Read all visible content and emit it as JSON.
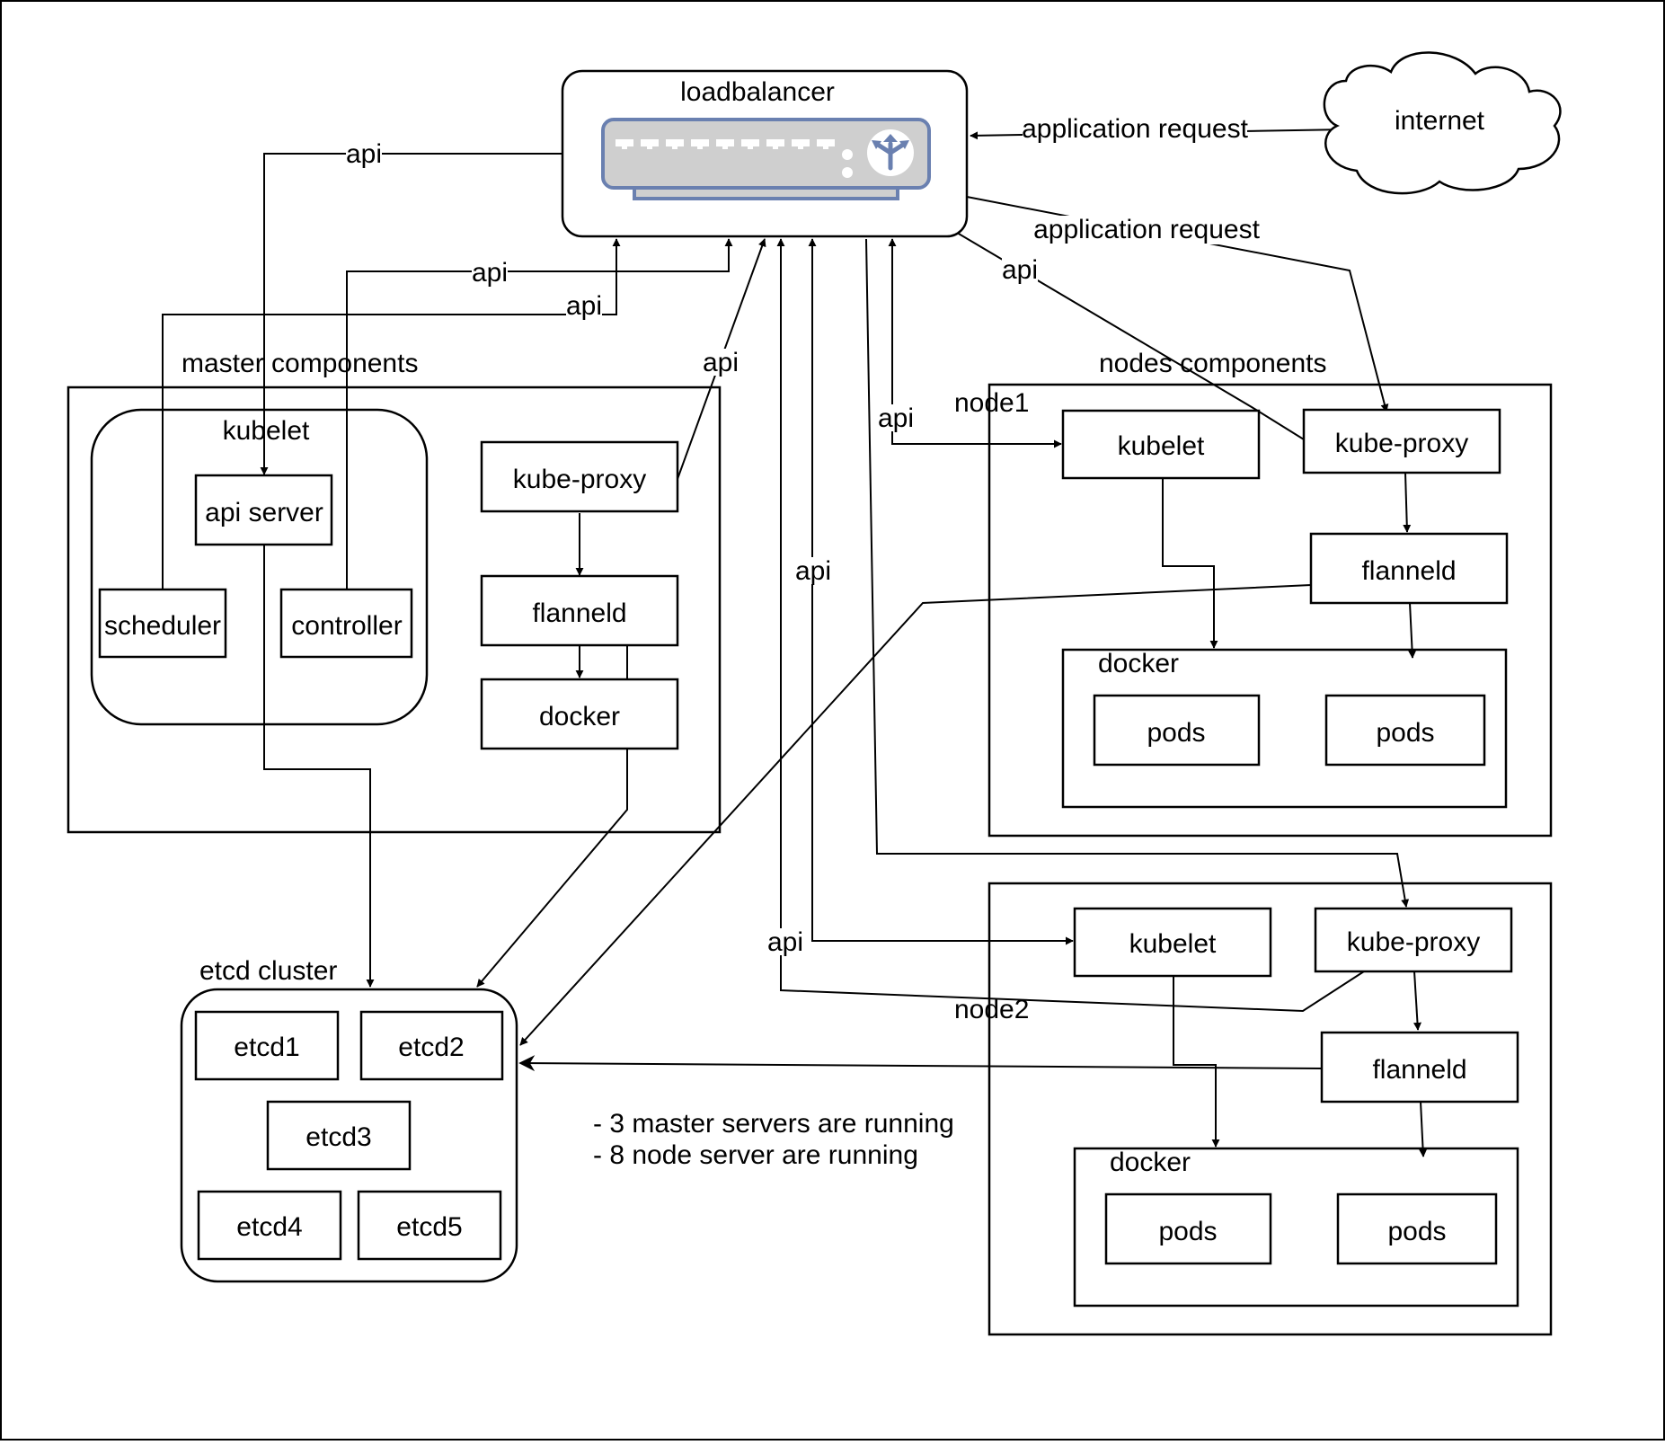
{
  "loadbalancer": {
    "label": "loadbalancer",
    "icon": "load-balancer-device-icon"
  },
  "internet": {
    "label": "internet",
    "icon": "cloud-icon"
  },
  "master": {
    "title": "master components",
    "kubelet_group": "kubelet",
    "api_server": "api server",
    "scheduler": "scheduler",
    "controller": "controller",
    "kube_proxy": "kube-proxy",
    "flanneld": "flanneld",
    "docker": "docker"
  },
  "nodes": {
    "title": "nodes components",
    "node1": {
      "name": "node1",
      "kubelet": "kubelet",
      "kube_proxy": "kube-proxy",
      "flanneld": "flanneld",
      "docker": "docker",
      "pods": [
        "pods",
        "pods"
      ]
    },
    "node2": {
      "name": "node2",
      "kubelet": "kubelet",
      "kube_proxy": "kube-proxy",
      "flanneld": "flanneld",
      "docker": "docker",
      "pods": [
        "pods",
        "pods"
      ]
    }
  },
  "etcd": {
    "title": "etcd cluster",
    "members": [
      "etcd1",
      "etcd2",
      "etcd3",
      "etcd4",
      "etcd5"
    ]
  },
  "edge_labels": {
    "api": "api",
    "application_request": "application request"
  },
  "notes": [
    "- 3 master servers are running",
    "- 8 node server are running"
  ],
  "colors": {
    "stroke": "#000000",
    "device_fill": "#cfcfcf",
    "device_stroke": "#6a80b0"
  }
}
